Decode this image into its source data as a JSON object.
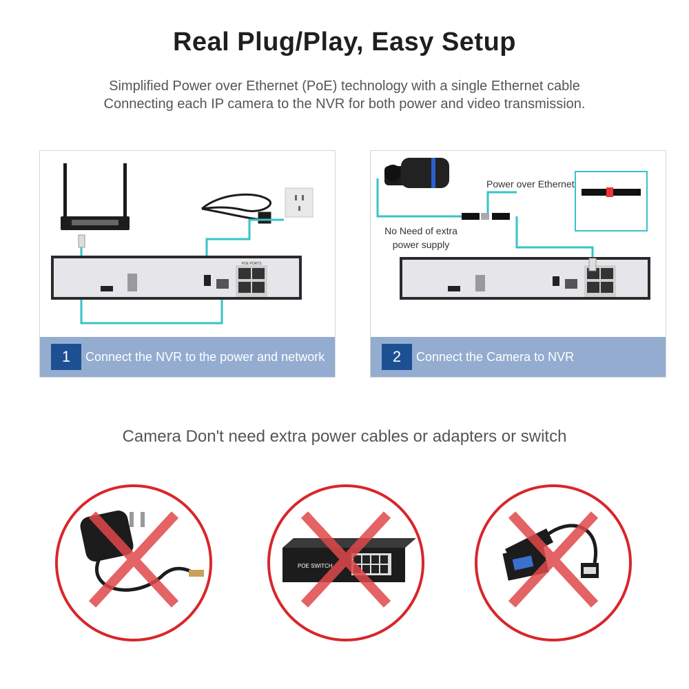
{
  "title": "Real Plug/Play, Easy Setup",
  "subtitle": [
    "Simplified Power over Ethernet (PoE) technology with a single Ethernet cable",
    "Connecting each IP camera to the NVR for both power and video transmission."
  ],
  "steps": [
    {
      "number": "1",
      "text": "Connect the NVR to the power and network"
    },
    {
      "number": "2",
      "text": "Connect the Camera to NVR"
    }
  ],
  "diagram_labels": {
    "poe": "Power over Ethernet",
    "no_power_line1": "No Need of extra",
    "no_power_line2": "power supply",
    "nvr_ports": "POE PORTS"
  },
  "note": "Camera Don't need extra power cables or adapters or switch",
  "excluded_items": [
    {
      "icon": "power-adapter-icon"
    },
    {
      "icon": "poe-switch-icon",
      "label": "POE SWITCH"
    },
    {
      "icon": "hdmi-vga-adapter-icon"
    }
  ],
  "colors": {
    "cable": "#36c3c9",
    "cross": "#e0484b",
    "step_bar": "#93acd0",
    "step_num": "#1d4f93"
  }
}
